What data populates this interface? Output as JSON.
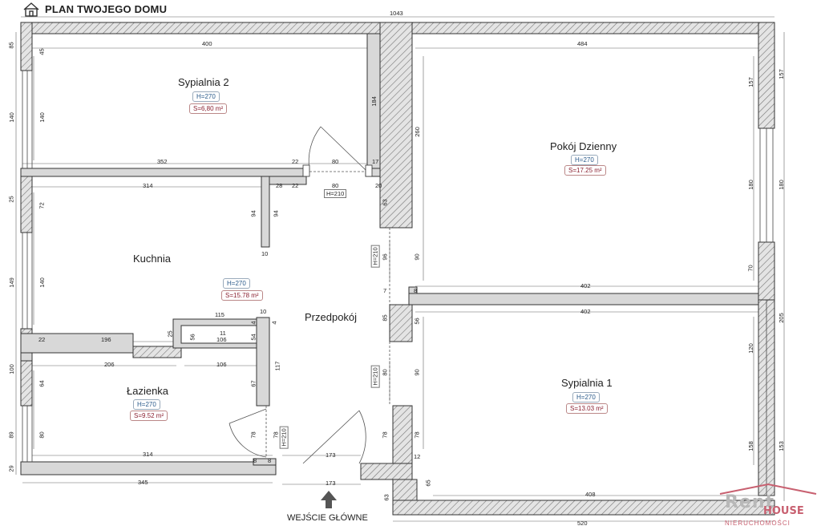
{
  "header": {
    "title": "PLAN TWOJEGO DOMU"
  },
  "entrance": {
    "label": "WEJŚCIE GŁÓWNE"
  },
  "logo": {
    "main": "Rent",
    "house": "HOUSE",
    "sub": "NIERUCHOMOŚCI"
  },
  "colors": {
    "wall_fill": "#d8d8d8",
    "wall_stroke": "#333333",
    "hatch": "#777777",
    "height_tag": "#2a5a8a",
    "area_tag": "#8a2030",
    "logo_pink": "#c86070"
  },
  "rooms": {
    "sypialnia2": {
      "name": "Sypialnia 2",
      "height": "H=270",
      "area": "S=6,80 m²"
    },
    "pokoj": {
      "name": "Pokój Dzienny",
      "height": "H=270",
      "area": "S=17.25 m²"
    },
    "kuchnia": {
      "name": "Kuchnia",
      "height": "H=270",
      "area": "S=15.78 m²"
    },
    "przedpokoj": {
      "name": "Przedpokój"
    },
    "lazienka": {
      "name": "Łazienka",
      "height": "H=270",
      "area": "S=9.52 m²"
    },
    "sypialnia1": {
      "name": "Sypialnia 1",
      "height": "H=270",
      "area": "S=13.03 m²"
    }
  },
  "doors": {
    "d1": "H=210",
    "d2": "H=210",
    "d3": "H=210",
    "d4": "H=210"
  },
  "dims": {
    "top_total": "1043",
    "s2_width": "400",
    "pd_width": "484",
    "s2_bottom": "352",
    "k_top": "314",
    "d22a": "22",
    "d80a": "80",
    "d17": "17",
    "d28": "28",
    "d22b": "22",
    "d80b": "80",
    "d20": "20",
    "l85": "85",
    "l45": "45",
    "l140a": "140",
    "l140b": "140",
    "l25": "25",
    "l72": "72",
    "l149": "149",
    "l140c": "140",
    "l22": "22",
    "l196": "196",
    "l206": "206",
    "l100": "100",
    "l64": "64",
    "l89": "89",
    "l80": "80",
    "l29": "29",
    "s2_184": "184",
    "k94a": "94",
    "k94b": "94",
    "k10": "10",
    "c260": "260",
    "c63": "63",
    "c90a": "90",
    "c96": "96",
    "c7": "7",
    "c8": "8",
    "c85": "85",
    "c56": "56",
    "c80": "80",
    "c90b": "90",
    "c78a": "78",
    "c78b": "78",
    "c12": "12",
    "c65": "65",
    "c63b": "63",
    "pd402": "402",
    "s1_402": "402",
    "s1_408": "408",
    "b520": "520",
    "r157a": "157",
    "r157b": "157",
    "r180a": "180",
    "r180b": "180",
    "r70": "70",
    "r205": "205",
    "r120": "120",
    "r158": "158",
    "r153": "153",
    "w115": "115",
    "w10": "10",
    "w4a": "4",
    "w4b": "4",
    "w56": "56",
    "w106a": "106",
    "w54": "54",
    "w25": "25",
    "w106b": "106",
    "w117": "117",
    "w67": "67",
    "w78a": "78",
    "w78b": "78",
    "w8a": "8",
    "w8b": "8",
    "l314": "314",
    "l345": "345",
    "e173a": "173",
    "e173b": "173",
    "lz_dim_11": "11"
  }
}
